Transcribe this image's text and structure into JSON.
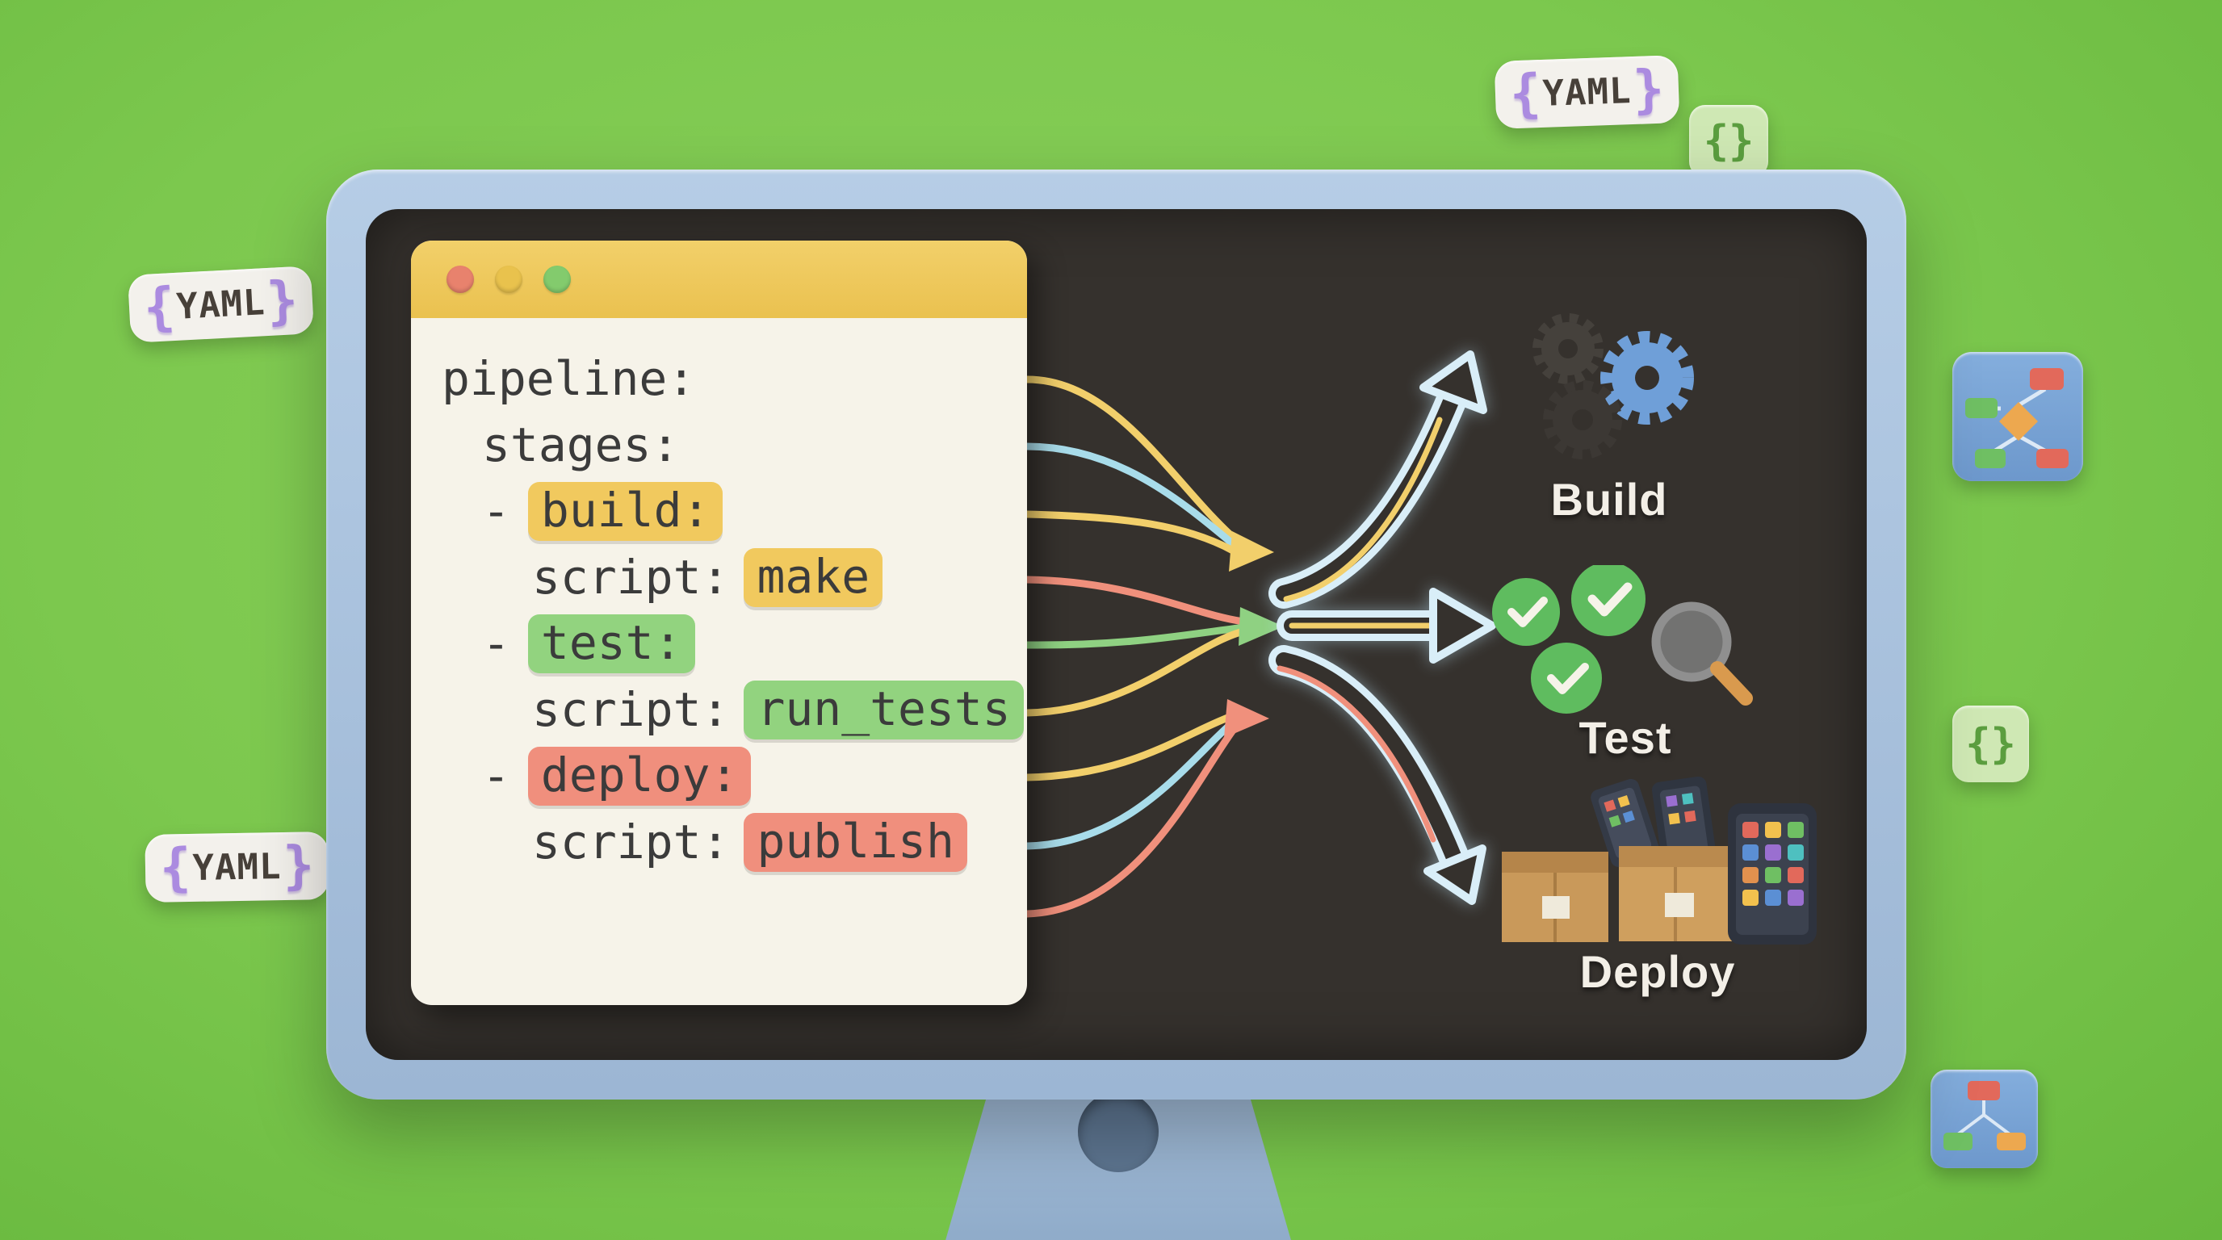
{
  "scene": {
    "description": "3D illustration of a YAML CI/CD pipeline configuration flowing from a code editor into Build, Test and Deploy stages on a monitor",
    "colors": {
      "background": "#7cc84e",
      "monitor_bezel": "#a9c3de",
      "screen": "#35312d",
      "editor_body": "#f6f3e9",
      "editor_titlebar": "#eec758",
      "code_text": "#3b3b3b",
      "badge_yellow": "#f1c95e",
      "badge_green": "#92d37f",
      "badge_red": "#f08f7d",
      "arrow_yellow": "#f2cf6b",
      "arrow_green": "#8fd182",
      "arrow_salmon": "#f0907c",
      "arrow_teal": "#a8dcea",
      "arrow_outline": "#d9eef8",
      "stage_label_text": "#f3efe7"
    }
  },
  "editor": {
    "window_controls": {
      "close": "#e8826d",
      "minimize": "#e9c24d",
      "maximize": "#83cb6d"
    },
    "lines": [
      {
        "parts": [
          {
            "t": "pipeline:"
          }
        ]
      },
      {
        "parts": [
          {
            "t": "stages:"
          }
        ]
      },
      {
        "parts": [
          {
            "t": "-"
          },
          {
            "t": "build:"
          }
        ]
      },
      {
        "parts": [
          {
            "t": "script:"
          },
          {
            "t": "make"
          }
        ]
      },
      {
        "parts": [
          {
            "t": "-"
          },
          {
            "t": "test:"
          }
        ]
      },
      {
        "parts": [
          {
            "t": "script:"
          },
          {
            "t": "run_tests"
          }
        ]
      },
      {
        "parts": [
          {
            "t": "-"
          },
          {
            "t": "deploy:"
          }
        ]
      },
      {
        "parts": [
          {
            "t": "script:"
          },
          {
            "t": "publish"
          }
        ]
      }
    ]
  },
  "stages": {
    "build": {
      "label": "Build",
      "icon": "gears-icon"
    },
    "test": {
      "label": "Test",
      "icon": "checkmarks-magnifier-icon"
    },
    "deploy": {
      "label": "Deploy",
      "icon": "packages-phone-icon"
    }
  },
  "badges": {
    "yaml": "YAML",
    "brace_open": "{",
    "brace_close": "}",
    "braces": "{}"
  }
}
